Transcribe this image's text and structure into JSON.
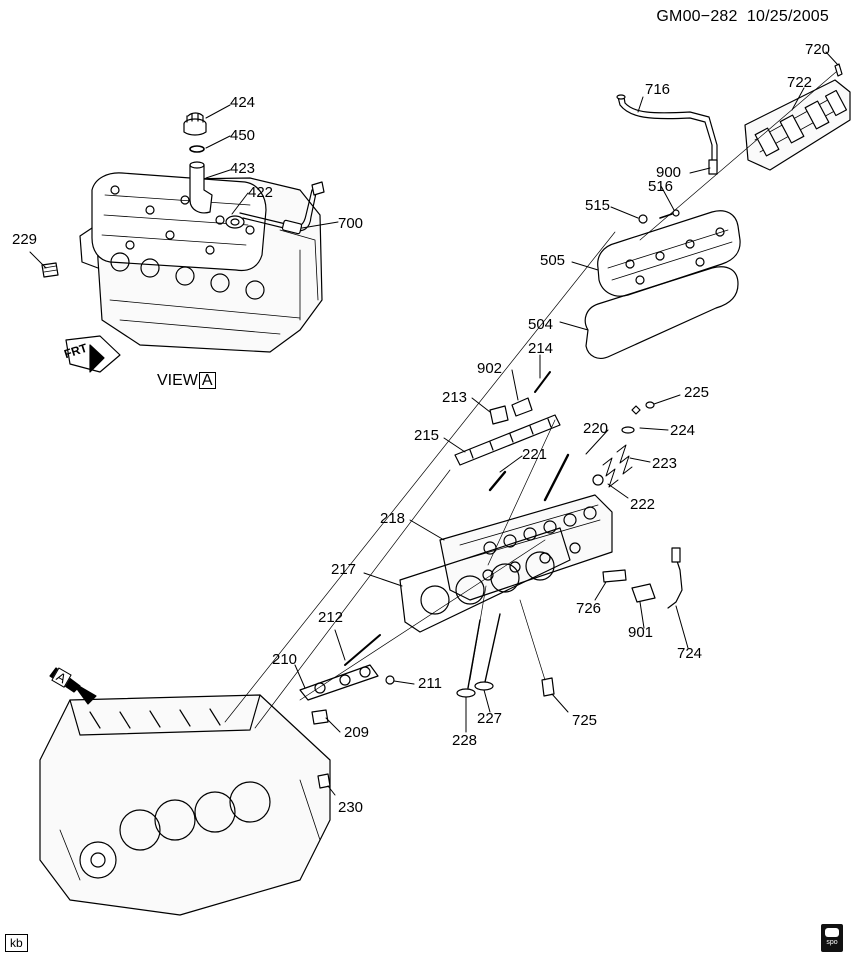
{
  "header": {
    "diagram_code": "GM00−282",
    "date": "10/25/2005"
  },
  "view_label": {
    "text": "VIEW",
    "boxed": "A"
  },
  "arrow_labels": {
    "frt": "FRT",
    "view_a": "A"
  },
  "corner_tag": "kb",
  "logo_text": "spo",
  "callouts": [
    {
      "id": "424",
      "text": "424"
    },
    {
      "id": "450",
      "text": "450"
    },
    {
      "id": "423",
      "text": "423"
    },
    {
      "id": "422",
      "text": "422"
    },
    {
      "id": "700",
      "text": "700"
    },
    {
      "id": "229",
      "text": "229"
    },
    {
      "id": "716",
      "text": "716"
    },
    {
      "id": "720",
      "text": "720"
    },
    {
      "id": "722",
      "text": "722"
    },
    {
      "id": "900",
      "text": "900"
    },
    {
      "id": "516",
      "text": "516"
    },
    {
      "id": "515",
      "text": "515"
    },
    {
      "id": "505",
      "text": "505"
    },
    {
      "id": "504",
      "text": "504"
    },
    {
      "id": "214",
      "text": "214"
    },
    {
      "id": "902",
      "text": "902"
    },
    {
      "id": "213",
      "text": "213"
    },
    {
      "id": "215",
      "text": "215"
    },
    {
      "id": "225",
      "text": "225"
    },
    {
      "id": "224",
      "text": "224"
    },
    {
      "id": "220",
      "text": "220"
    },
    {
      "id": "221",
      "text": "221"
    },
    {
      "id": "223",
      "text": "223"
    },
    {
      "id": "222",
      "text": "222"
    },
    {
      "id": "218",
      "text": "218"
    },
    {
      "id": "217",
      "text": "217"
    },
    {
      "id": "726",
      "text": "726"
    },
    {
      "id": "901",
      "text": "901"
    },
    {
      "id": "724",
      "text": "724"
    },
    {
      "id": "212",
      "text": "212"
    },
    {
      "id": "210",
      "text": "210"
    },
    {
      "id": "211",
      "text": "211"
    },
    {
      "id": "209",
      "text": "209"
    },
    {
      "id": "227",
      "text": "227"
    },
    {
      "id": "228",
      "text": "228"
    },
    {
      "id": "725",
      "text": "725"
    },
    {
      "id": "230",
      "text": "230"
    }
  ]
}
